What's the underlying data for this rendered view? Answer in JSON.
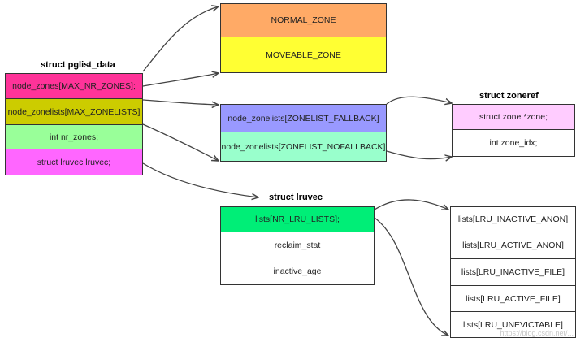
{
  "pglist_data": {
    "title": "struct pglist_data",
    "fields": [
      {
        "label": "node_zones[MAX_NR_ZONES];",
        "color": "#ff3399"
      },
      {
        "label": "node_zonelists[MAX_ZONELISTS]",
        "color": "#cccc00"
      },
      {
        "label": "int nr_zones;",
        "color": "#99ff99"
      },
      {
        "label": "struct lruvec  lruvec;",
        "color": "#ff66ff"
      }
    ]
  },
  "zones": [
    {
      "label": "NORMAL_ZONE",
      "color": "#ffaa66"
    },
    {
      "label": "MOVEABLE_ZONE",
      "color": "#ffff33"
    }
  ],
  "zonelists": [
    {
      "label": "node_zonelists[ZONELIST_FALLBACK]",
      "color": "#9999ff"
    },
    {
      "label": "node_zonelists[ZONELIST_NOFALLBACK]",
      "color": "#99ffcc"
    }
  ],
  "zoneref": {
    "title": "struct zoneref",
    "fields": [
      {
        "label": "struct zone *zone;",
        "color": "#ffccff"
      },
      {
        "label": "int zone_idx;",
        "color": "#ffffff"
      }
    ]
  },
  "lruvec": {
    "title": "struct lruvec",
    "fields": [
      {
        "label": "lists[NR_LRU_LISTS];",
        "color": "#00ee77"
      },
      {
        "label": "reclaim_stat",
        "color": "#ffffff"
      },
      {
        "label": "inactive_age",
        "color": "#ffffff"
      }
    ]
  },
  "lru_lists": [
    {
      "label": "lists[LRU_INACTIVE_ANON]"
    },
    {
      "label": "lists[LRU_ACTIVE_ANON]"
    },
    {
      "label": "lists[LRU_INACTIVE_FILE]"
    },
    {
      "label": "lists[LRU_ACTIVE_FILE]"
    },
    {
      "label": "lists[LRU_UNEVICTABLE]"
    }
  ],
  "watermark": "https://blog.csdn.net/..."
}
